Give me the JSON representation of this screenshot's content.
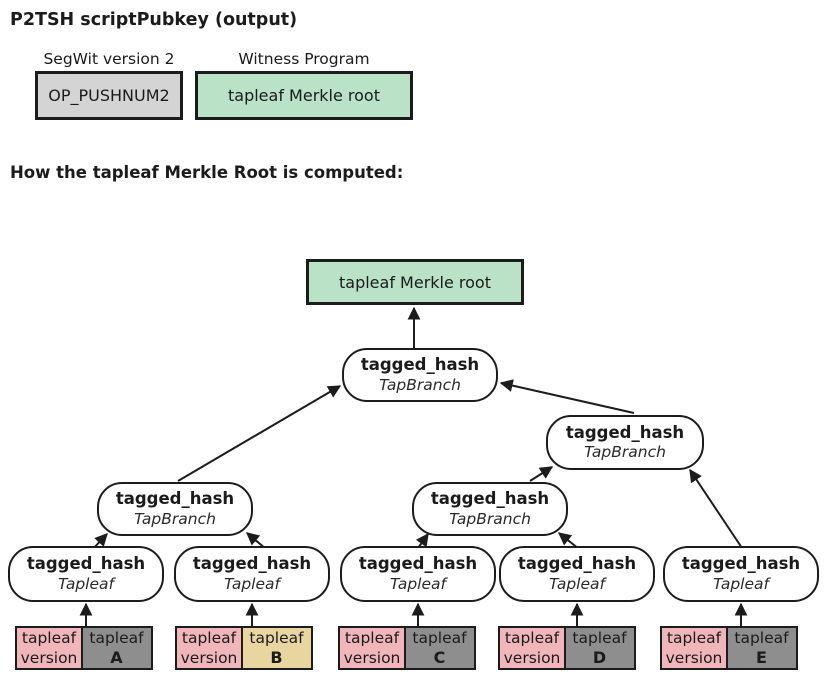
{
  "title": "P2TSH scriptPubkey (output)",
  "section_heading": "How the tapleaf Merkle Root is computed:",
  "script_pubkey": {
    "segwit_label": "SegWit version 2",
    "segwit_value": "OP_PUSHNUM2",
    "witness_label": "Witness Program",
    "witness_value": "tapleaf Merkle root"
  },
  "tree": {
    "root_label": "tapleaf Merkle root",
    "branch_nodes": [
      {
        "fn": "tagged_hash",
        "tag": "TapBranch"
      },
      {
        "fn": "tagged_hash",
        "tag": "TapBranch"
      },
      {
        "fn": "tagged_hash",
        "tag": "TapBranch"
      },
      {
        "fn": "tagged_hash",
        "tag": "TapBranch"
      }
    ],
    "leaf_nodes": [
      {
        "fn": "tagged_hash",
        "tag": "Tapleaf"
      },
      {
        "fn": "tagged_hash",
        "tag": "Tapleaf"
      },
      {
        "fn": "tagged_hash",
        "tag": "Tapleaf"
      },
      {
        "fn": "tagged_hash",
        "tag": "Tapleaf"
      },
      {
        "fn": "tagged_hash",
        "tag": "Tapleaf"
      }
    ],
    "leaves": [
      {
        "version_line1": "tapleaf",
        "version_line2": "version",
        "leaf_line1": "tapleaf",
        "leaf_id": "A",
        "fill": "#8e8e8e"
      },
      {
        "version_line1": "tapleaf",
        "version_line2": "version",
        "leaf_line1": "tapleaf",
        "leaf_id": "B",
        "fill": "#e8d5a0"
      },
      {
        "version_line1": "tapleaf",
        "version_line2": "version",
        "leaf_line1": "tapleaf",
        "leaf_id": "C",
        "fill": "#8e8e8e"
      },
      {
        "version_line1": "tapleaf",
        "version_line2": "version",
        "leaf_line1": "tapleaf",
        "leaf_id": "D",
        "fill": "#8e8e8e"
      },
      {
        "version_line1": "tapleaf",
        "version_line2": "version",
        "leaf_line1": "tapleaf",
        "leaf_id": "E",
        "fill": "#8e8e8e"
      }
    ]
  },
  "colors": {
    "mint_green": "#b9e2c7",
    "light_gray": "#d4d4d4",
    "pink": "#f1b6ba",
    "leaf_gray": "#8e8e8e",
    "highlight_tan": "#e8d5a0",
    "border": "#1c1c1c"
  }
}
